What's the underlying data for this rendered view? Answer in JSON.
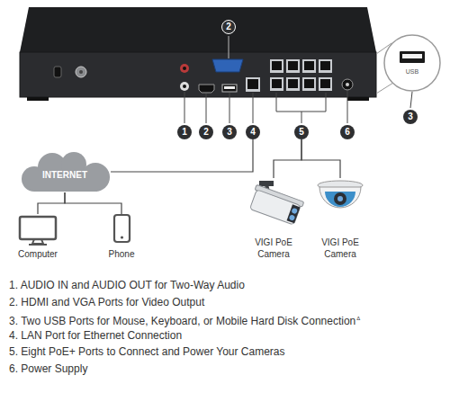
{
  "diagram": {
    "nodes": [
      {
        "text": [
          "2"
        ]
      },
      {
        "text": [
          "1"
        ]
      },
      {
        "text": [
          "2"
        ]
      },
      {
        "text": [
          "3"
        ]
      },
      {
        "text": [
          "4"
        ]
      },
      {
        "text": [
          "5"
        ]
      },
      {
        "text": [
          "6"
        ]
      },
      {
        "text": [
          "3"
        ]
      },
      {
        "text": [
          "INTERNET"
        ]
      },
      {
        "text": [
          "Computer"
        ]
      },
      {
        "text": [
          "Phone"
        ]
      },
      {
        "text": [
          "VIGI PoE Camera"
        ]
      },
      {
        "text": [
          "VIGI PoE Camera"
        ]
      }
    ],
    "edges": [
      {
        "from": 4,
        "to": 8,
        "arrow": "none"
      },
      {
        "from": 8,
        "to": 9,
        "arrow": "none"
      },
      {
        "from": 8,
        "to": 10,
        "arrow": "none"
      },
      {
        "from": 5,
        "to": 11,
        "arrow": "none"
      },
      {
        "from": 5,
        "to": 12,
        "arrow": "none"
      }
    ],
    "labels": [
      "USB",
      "1. AUDIO IN and AUDIO OUT for Two-Way Audio",
      "2. HDMI and VGA Ports for Video Output",
      "3. Two USB Ports for Mouse, Keyboard, or Mobile Hard Disk Connection",
      "Δ",
      "4. LAN Port for Ethernet Connection",
      "5. Eight PoE+ Ports to Connect and Power Your Cameras",
      "6. Power Supply"
    ]
  }
}
